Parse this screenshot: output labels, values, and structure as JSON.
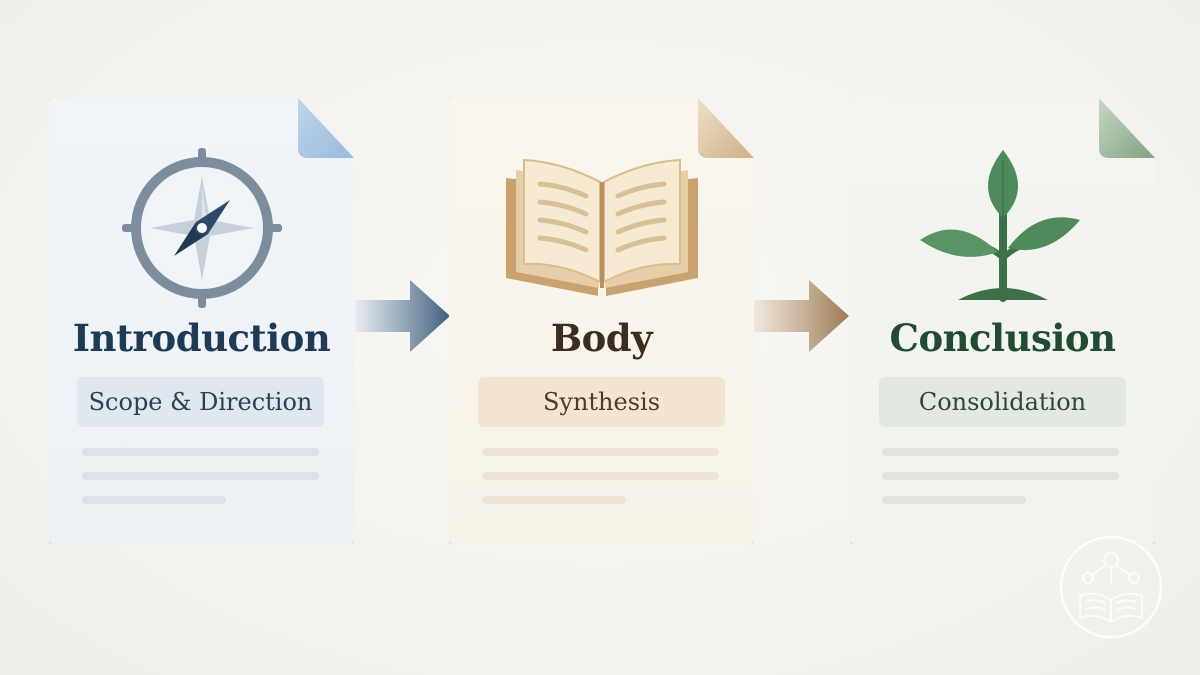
{
  "diagram": {
    "stages": [
      {
        "title": "Introduction",
        "subtitle": "Scope & Direction",
        "icon": "compass-icon",
        "accent": "#9fbfdd"
      },
      {
        "title": "Body",
        "subtitle": "Synthesis",
        "icon": "open-book-icon",
        "accent": "#d9c09a"
      },
      {
        "title": "Conclusion",
        "subtitle": "Consolidation",
        "icon": "sprout-icon",
        "accent": "#8fb08f"
      }
    ],
    "connectors": [
      "arrow-right-icon",
      "arrow-right-icon"
    ],
    "watermark_icon": "book-network-logo-icon",
    "colors": {
      "introduction_title": "#1f3a55",
      "body_title": "#3b2d22",
      "conclusion_title": "#234a32"
    }
  }
}
